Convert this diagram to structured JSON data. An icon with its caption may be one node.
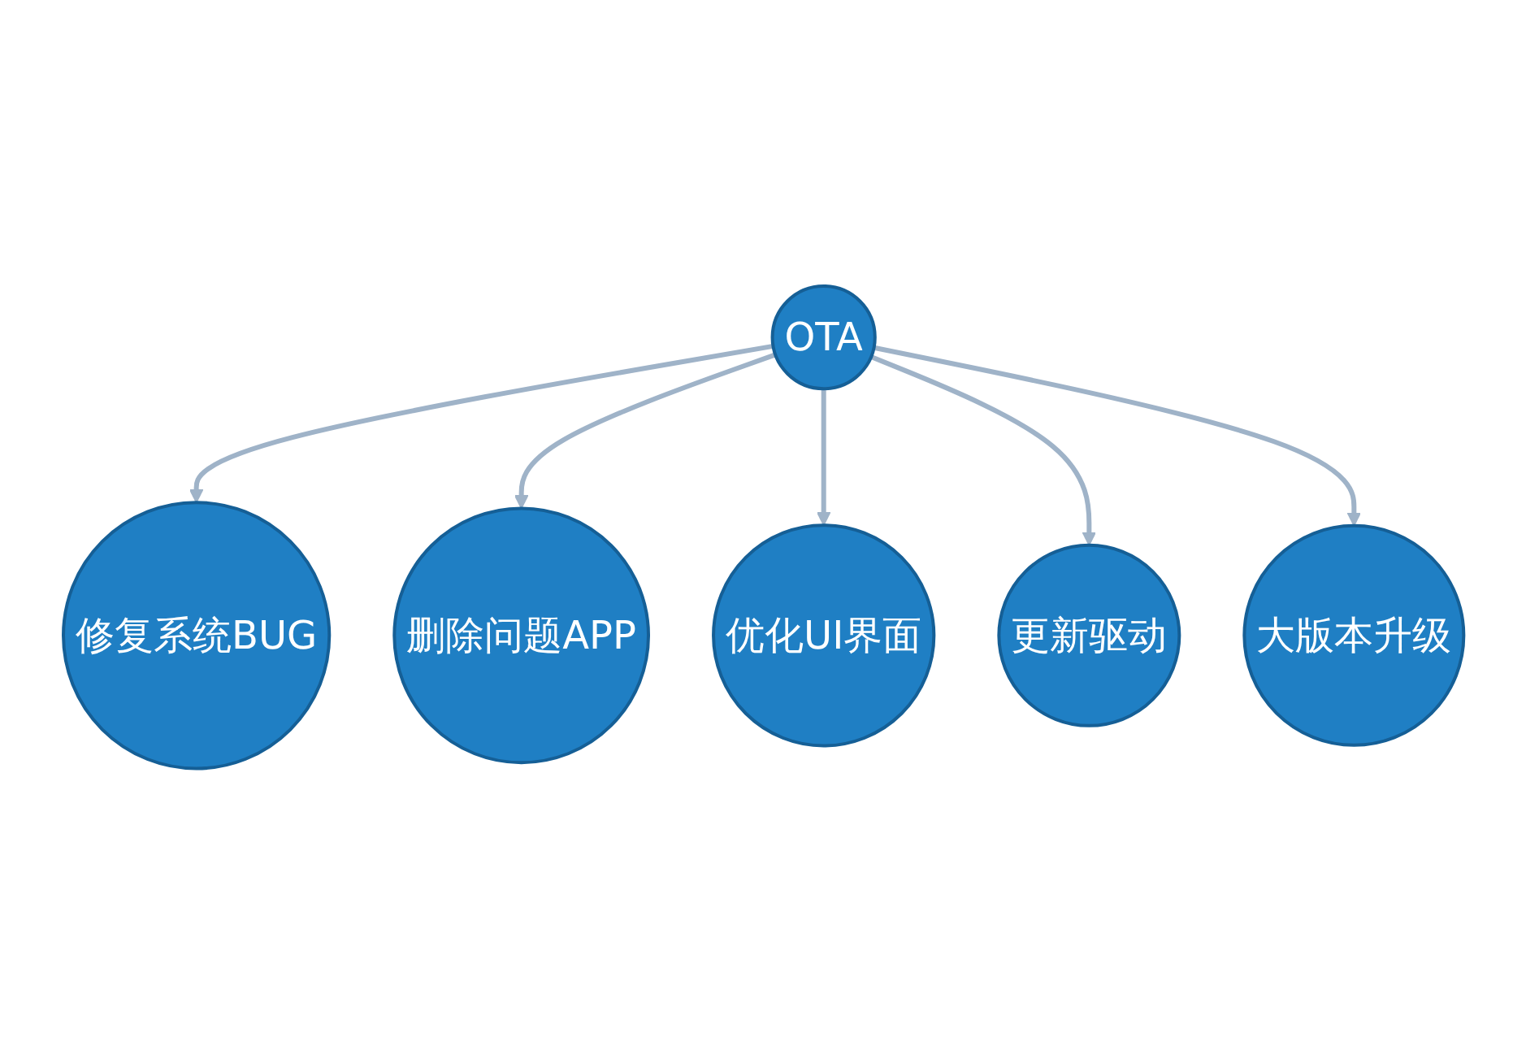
{
  "diagram": {
    "nodes": [
      {
        "text": [
          "OTA"
        ]
      },
      {
        "text": [
          "修复系统BUG"
        ]
      },
      {
        "text": [
          "删除问题APP"
        ]
      },
      {
        "text": [
          "优化UI界面"
        ]
      },
      {
        "text": [
          "更新驱动"
        ]
      },
      {
        "text": [
          "大版本升级"
        ]
      }
    ],
    "edges": [
      {
        "from": 0,
        "to": 1,
        "arrow": "to"
      },
      {
        "from": 0,
        "to": 2,
        "arrow": "to"
      },
      {
        "from": 0,
        "to": 3,
        "arrow": "to"
      },
      {
        "from": 0,
        "to": 4,
        "arrow": "to"
      },
      {
        "from": 0,
        "to": 5,
        "arrow": "to"
      }
    ]
  }
}
